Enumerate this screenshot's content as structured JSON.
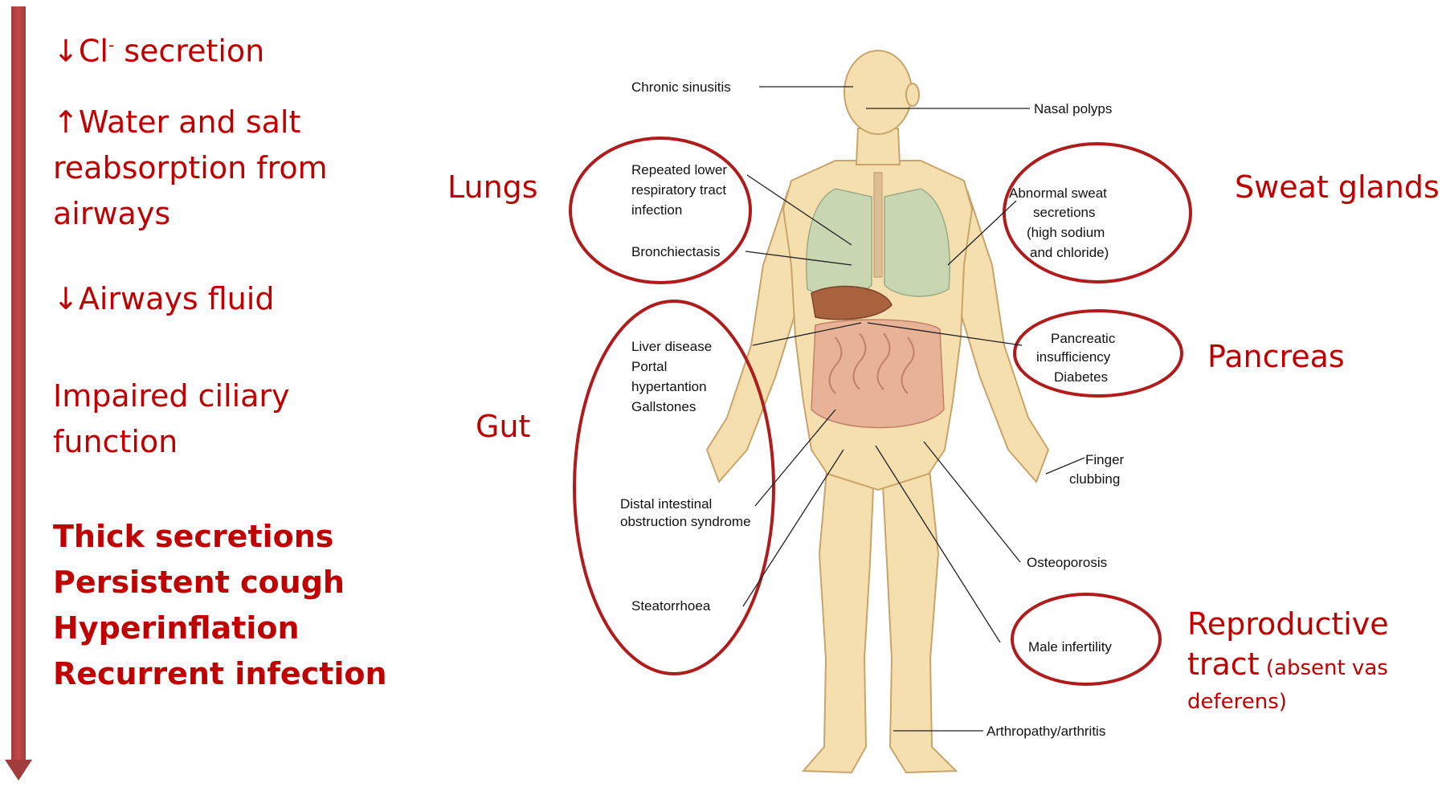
{
  "left_panel": {
    "items": [
      {
        "prefix": "↓",
        "main": "Cl",
        "sup": "-",
        "rest": " secretion"
      },
      {
        "line1": "↑Water and salt",
        "line2": "reabsorption from",
        "line3": "airways"
      },
      {
        "text": "↓Airways fluid"
      },
      {
        "line1": "Impaired ciliary",
        "line2": "function"
      },
      {
        "bold_lines": [
          "Thick secretions",
          "Persistent cough",
          "Hyperinflation",
          "Recurrent infection"
        ]
      }
    ]
  },
  "organ_labels": {
    "lungs": "Lungs",
    "gut": "Gut",
    "sweat_glands": "Sweat glands",
    "pancreas": "Pancreas",
    "reproductive_line1": "Reproductive",
    "reproductive_tract": "tract",
    "reproductive_note1": " (absent vas",
    "reproductive_note2": "deferens)"
  },
  "figure_labels": {
    "chronic_sinusitis": "Chronic sinusitis",
    "nasal_polyps": "Nasal polyps",
    "repeated_1": "Repeated lower",
    "repeated_2": "respiratory tract",
    "repeated_3": "infection",
    "bronchiectasis": "Bronchiectasis",
    "sweat_1": "Abnormal sweat",
    "sweat_2": "secretions",
    "sweat_3": "(high sodium",
    "sweat_4": "and chloride)",
    "liver_1": "Liver disease",
    "liver_2": "Portal",
    "liver_3": "hypertantion",
    "liver_4": "Gallstones",
    "pancreatic_1": "Pancreatic",
    "pancreatic_2": "insufficiency",
    "pancreatic_3": "Diabetes",
    "finger_1": "Finger",
    "finger_2": "clubbing",
    "distal_1": "Distal intestinal",
    "distal_2": "obstruction syndrome",
    "osteoporosis": "Osteoporosis",
    "steatorrhoea": "Steatorrhoea",
    "male_infertility": "Male infertility",
    "arthropathy": "Arthropathy/arthritis"
  },
  "colors": {
    "accent": "#c00000",
    "arrow": "#a23b3b",
    "skin": "#f6dfae",
    "skin_outline": "#c9a46a"
  }
}
